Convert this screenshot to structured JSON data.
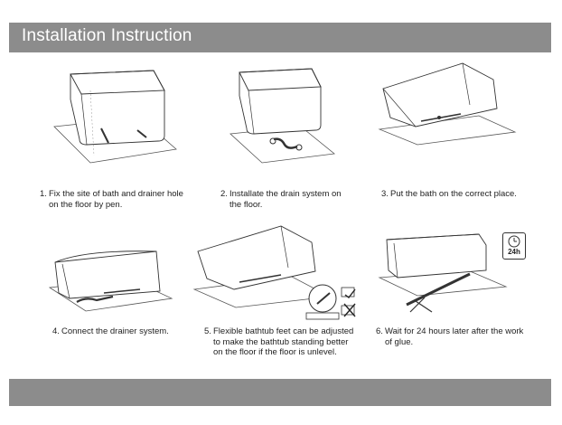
{
  "header": {
    "title": "Installation Instruction"
  },
  "steps": [
    {
      "num": "1.",
      "line1": "Fix the site of bath and drainer hole",
      "line2": "on the floor by pen."
    },
    {
      "num": "2.",
      "line1": "Installate the drain system on",
      "line2": "the floor."
    },
    {
      "num": "3.",
      "line1": "Put the bath on the correct place.",
      "line2": ""
    },
    {
      "num": "4.",
      "line1": "Connect the drainer system.",
      "line2": ""
    },
    {
      "num": "5.",
      "line1": "Flexible bathtub feet can be adjusted",
      "line2": "to make the bathtub standing better",
      "line3": "on the floor if the floor is unlevel."
    },
    {
      "num": "6.",
      "line1": "Wait for 24 hours later after the work",
      "line2": "of glue."
    }
  ],
  "badge": {
    "text": "24h"
  }
}
